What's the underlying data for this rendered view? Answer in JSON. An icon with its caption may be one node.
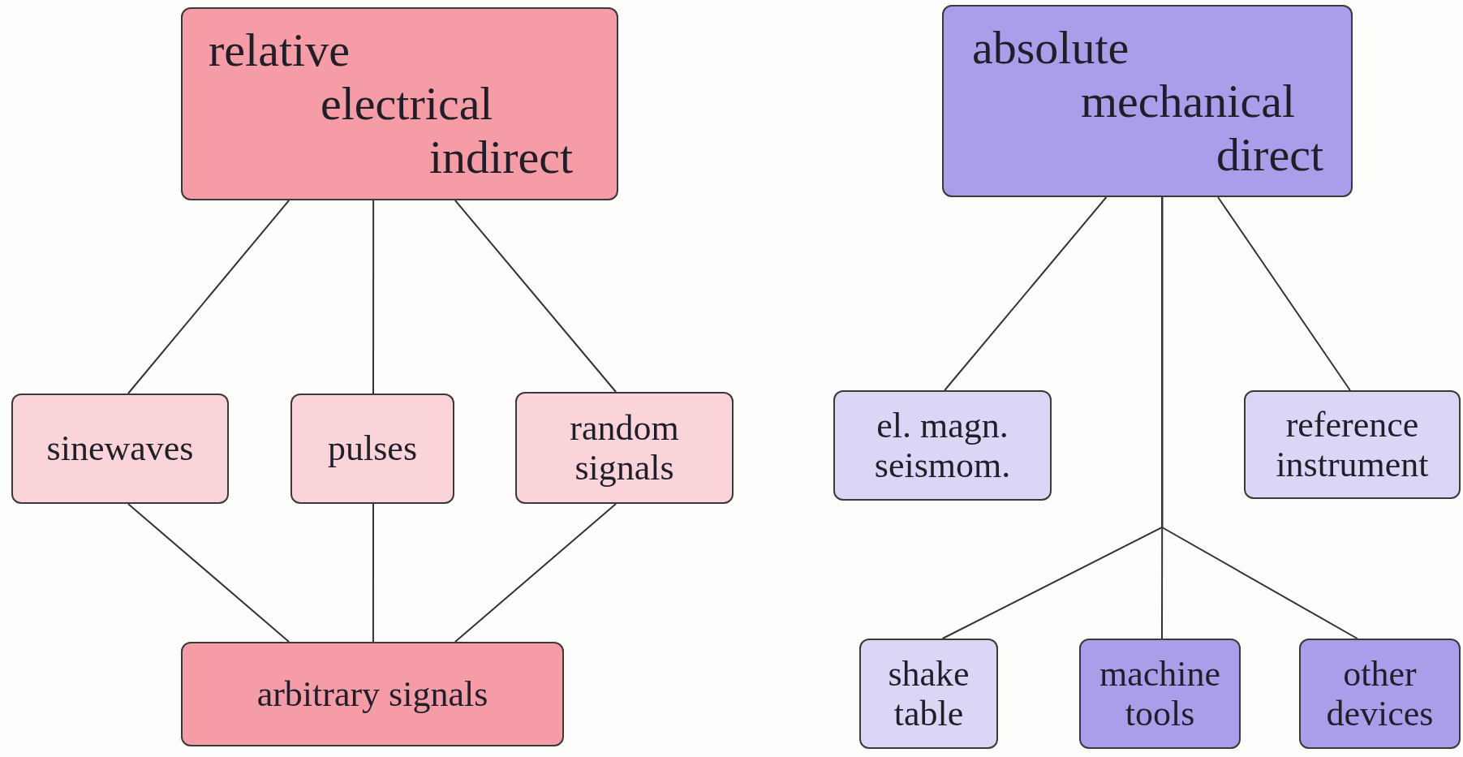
{
  "diagram": {
    "nodes": [
      {
        "text": [
          "relative",
          "electrical",
          "indirect"
        ]
      },
      {
        "text": [
          "sinewaves"
        ]
      },
      {
        "text": [
          "pulses"
        ]
      },
      {
        "text": [
          "random signals"
        ]
      },
      {
        "text": [
          "arbitrary signals"
        ]
      },
      {
        "text": [
          "absolute",
          "mechanical",
          "direct"
        ]
      },
      {
        "text": [
          "el. magn. seismom."
        ]
      },
      {
        "text": [
          "reference instrument"
        ]
      },
      {
        "text": [
          "shake table"
        ]
      },
      {
        "text": [
          "machine tools"
        ]
      },
      {
        "text": [
          "other devices"
        ]
      }
    ],
    "edges": [
      {
        "from": 0,
        "to": 1,
        "arrow": "none"
      },
      {
        "from": 0,
        "to": 2,
        "arrow": "none"
      },
      {
        "from": 0,
        "to": 3,
        "arrow": "none"
      },
      {
        "from": 1,
        "to": 4,
        "arrow": "none"
      },
      {
        "from": 2,
        "to": 4,
        "arrow": "none"
      },
      {
        "from": 3,
        "to": 4,
        "arrow": "none"
      },
      {
        "from": 5,
        "to": 6,
        "arrow": "none"
      },
      {
        "from": 5,
        "to": 7,
        "arrow": "none"
      },
      {
        "from": 5,
        "to": 8,
        "arrow": "none"
      },
      {
        "from": 5,
        "to": 9,
        "arrow": "none"
      },
      {
        "from": 5,
        "to": 10,
        "arrow": "none"
      }
    ]
  }
}
